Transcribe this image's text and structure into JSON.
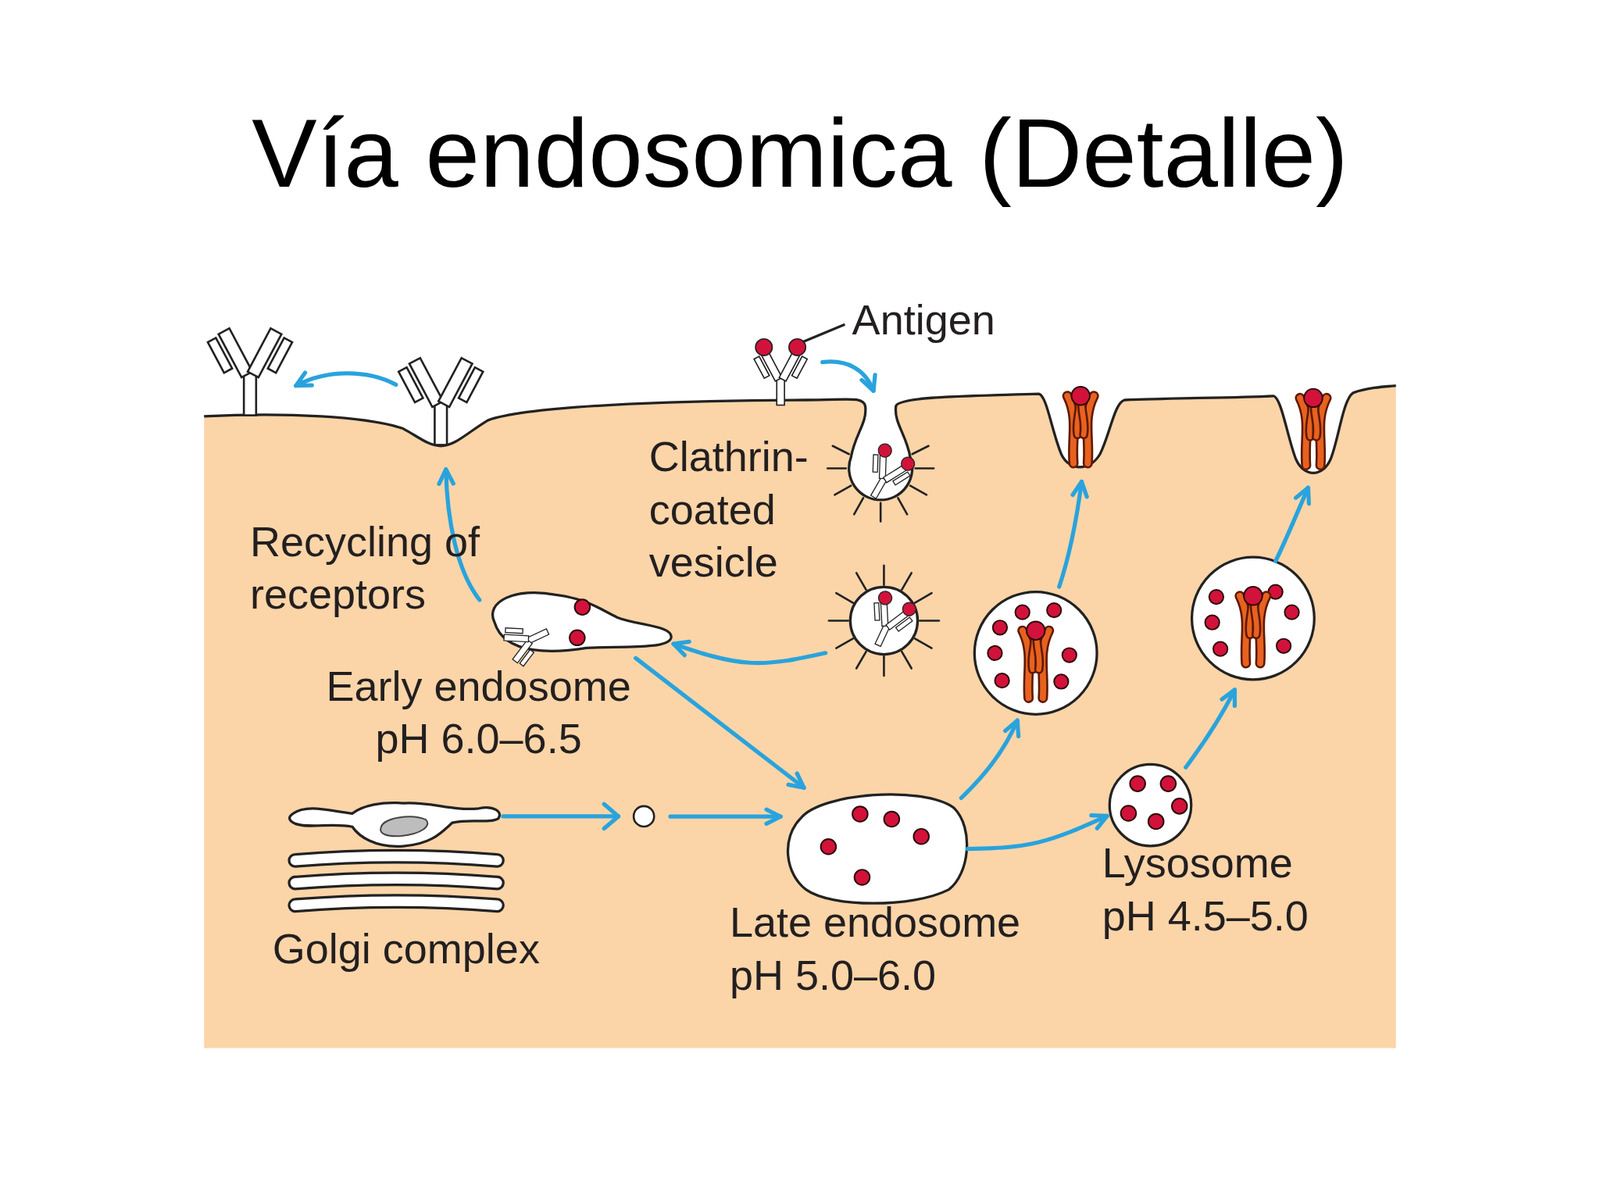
{
  "diagram": {
    "title": "Vía endosomica (Detalle)",
    "nodes": [
      {
        "text": [
          "Clathrin- coated vesicle"
        ]
      },
      {
        "text": [
          "Early endosome",
          "pH 6.0–6.5"
        ]
      },
      {
        "text": [
          "Golgi complex"
        ]
      },
      {
        "text": [
          "Late endosome",
          "pH 5.0–6.0"
        ]
      },
      {
        "text": [
          "Lysosome",
          "pH 4.5–5.0"
        ]
      }
    ],
    "edges": [
      {
        "from": 0,
        "to": 1,
        "arrow": "to"
      },
      {
        "from": 1,
        "to": 3,
        "arrow": "to"
      },
      {
        "from": 2,
        "to": 3,
        "arrow": "to"
      },
      {
        "from": 3,
        "to": 4,
        "arrow": "to"
      }
    ],
    "labels": [
      "Antigen",
      "Recycling of receptors"
    ]
  }
}
